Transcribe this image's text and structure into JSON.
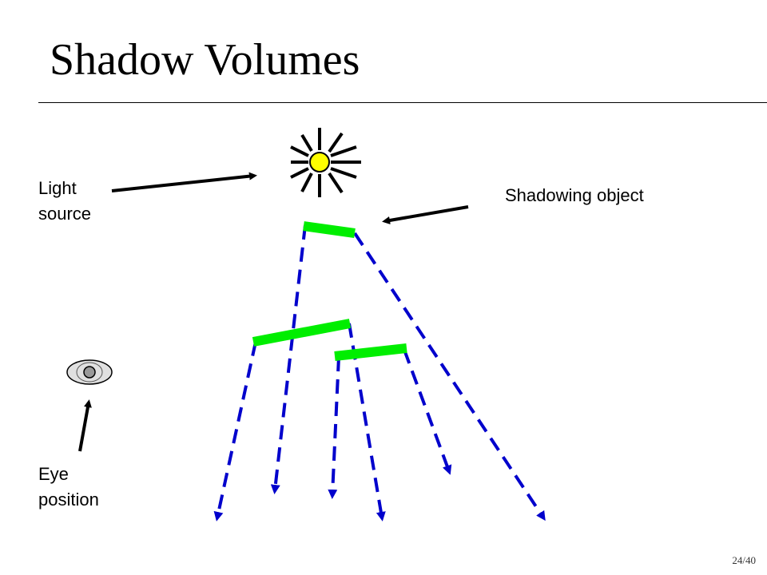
{
  "slide": {
    "title": "Shadow Volumes",
    "page_number": "24/40"
  },
  "labels": {
    "light_source_line1": "Light",
    "light_source_line2": "source",
    "shadowing_object": "Shadowing object",
    "eye_position_line1": "Eye",
    "eye_position_line2": "position"
  },
  "colors": {
    "sun_fill": "#ffff00",
    "occluder": "#00ee00",
    "shadow_ray": "#0000cc",
    "eye_outer": "#e0e0e0",
    "eye_pupil": "#999999"
  },
  "icons": {
    "light": "sun-icon",
    "eye": "eye-icon"
  }
}
